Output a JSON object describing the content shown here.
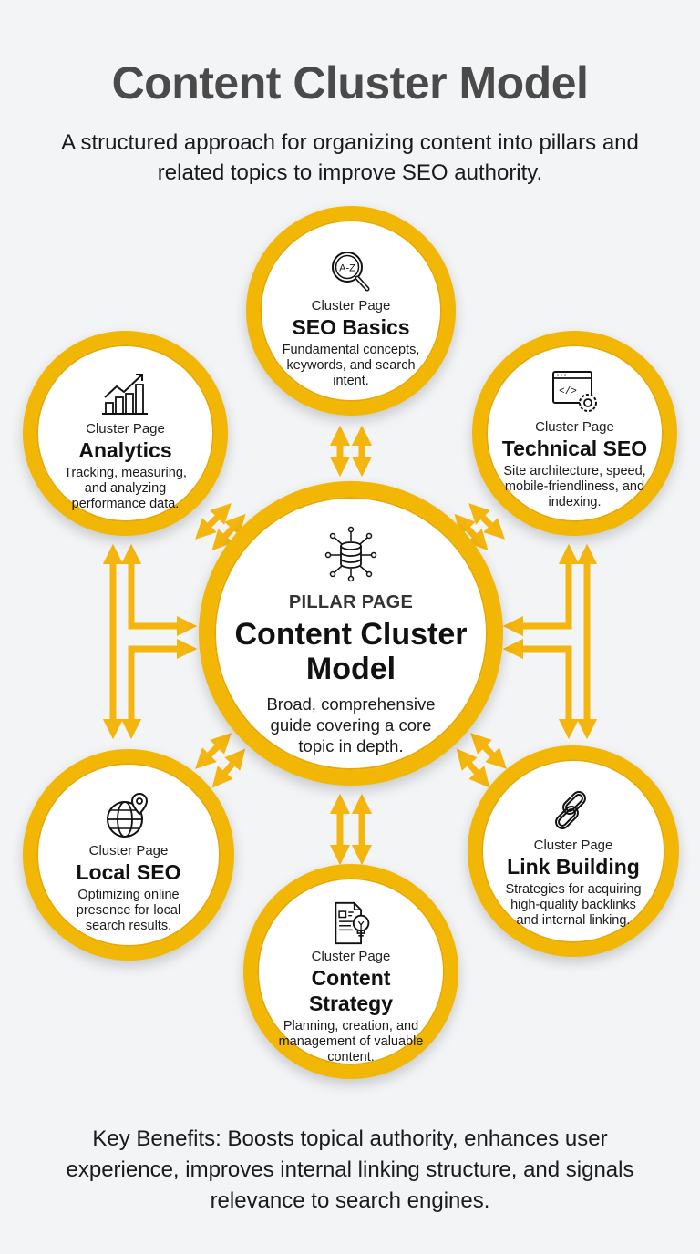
{
  "header": {
    "title": "Content Cluster Model",
    "subtitle": "A structured approach for organizing content into pillars and related topics to improve SEO authority."
  },
  "pillar": {
    "kicker": "PILLAR PAGE",
    "name": "Content Cluster Model",
    "description": "Broad, comprehensive guide covering a core topic in depth.",
    "icon": "database-network-icon"
  },
  "clusters": [
    {
      "kicker": "Cluster Page",
      "name": "SEO Basics",
      "description": "Fundamental concepts, keywords, and search intent.",
      "icon": "a-z-magnifier-icon"
    },
    {
      "kicker": "Cluster Page",
      "name": "Analytics",
      "description": "Tracking, measuring, and analyzing performance data.",
      "icon": "bar-chart-trend-icon"
    },
    {
      "kicker": "Cluster Page",
      "name": "Technical SEO",
      "description": "Site architecture, speed, mobile-friendliness, and indexing.",
      "icon": "code-window-gear-icon"
    },
    {
      "kicker": "Cluster Page",
      "name": "Local SEO",
      "description": "Optimizing online presence for local search results.",
      "icon": "globe-pin-icon"
    },
    {
      "kicker": "Cluster Page",
      "name": "Link Building",
      "description": "Strategies for acquiring high-quality backlinks and internal linking.",
      "icon": "chain-link-icon"
    },
    {
      "kicker": "Cluster Page",
      "name": "Content Strategy",
      "description": "Planning, creation, and management of valuable content.",
      "icon": "document-lightbulb-icon"
    }
  ],
  "footer": {
    "text": "Key Benefits: Boosts topical authority, enhances user experience, improves internal linking structure, and signals relevance to search engines."
  },
  "colors": {
    "background": "#f3f4f6",
    "accent": "#f2b705",
    "title": "#4a4a4a",
    "text": "#111111"
  }
}
